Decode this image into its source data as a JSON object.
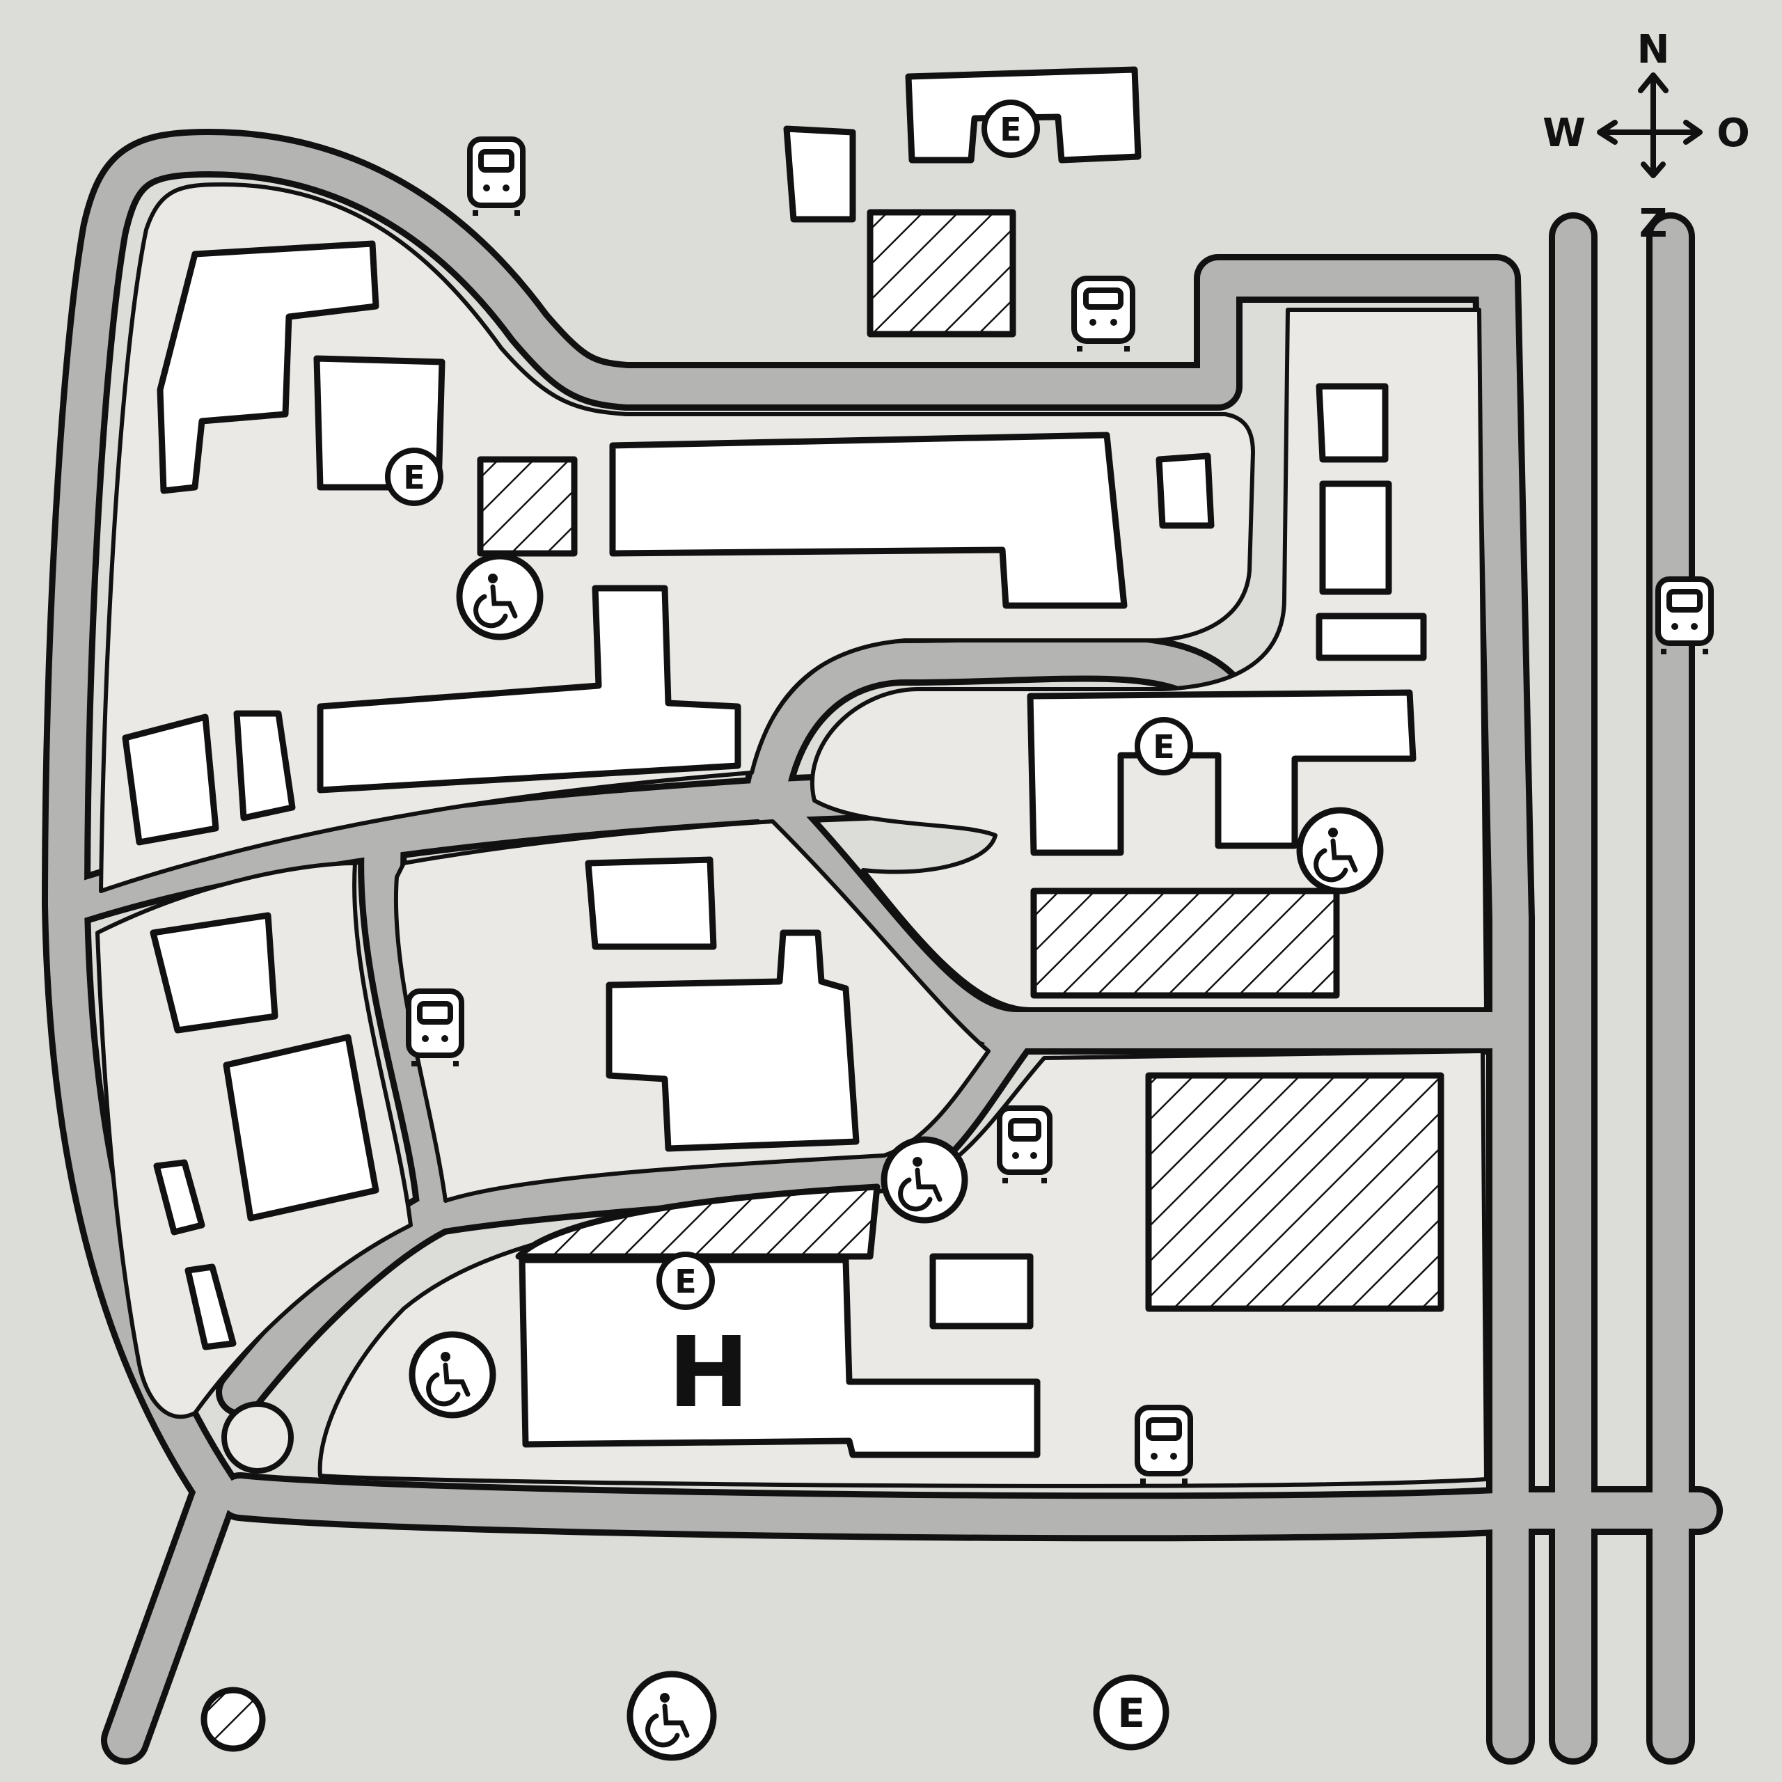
{
  "compass": {
    "north": "N",
    "west": "W",
    "east": "O",
    "south": "Z"
  },
  "colors": {
    "background": "#dcdcd8",
    "block": "#ebe9e6",
    "road": "#b4b4b2",
    "building": "#ffffff",
    "outline": "#111111"
  },
  "symbols": {
    "elevator_letter": "E",
    "helipad_letter": "H"
  },
  "icons": [
    "elevator-icon",
    "wheelchair-icon",
    "bus-stop-icon",
    "parking-icon",
    "helipad-icon",
    "compass-icon"
  ],
  "legend": {
    "items": [
      {
        "icon": "parking-icon"
      },
      {
        "icon": "wheelchair-icon"
      },
      {
        "icon": "elevator-icon",
        "label": "E"
      }
    ]
  }
}
